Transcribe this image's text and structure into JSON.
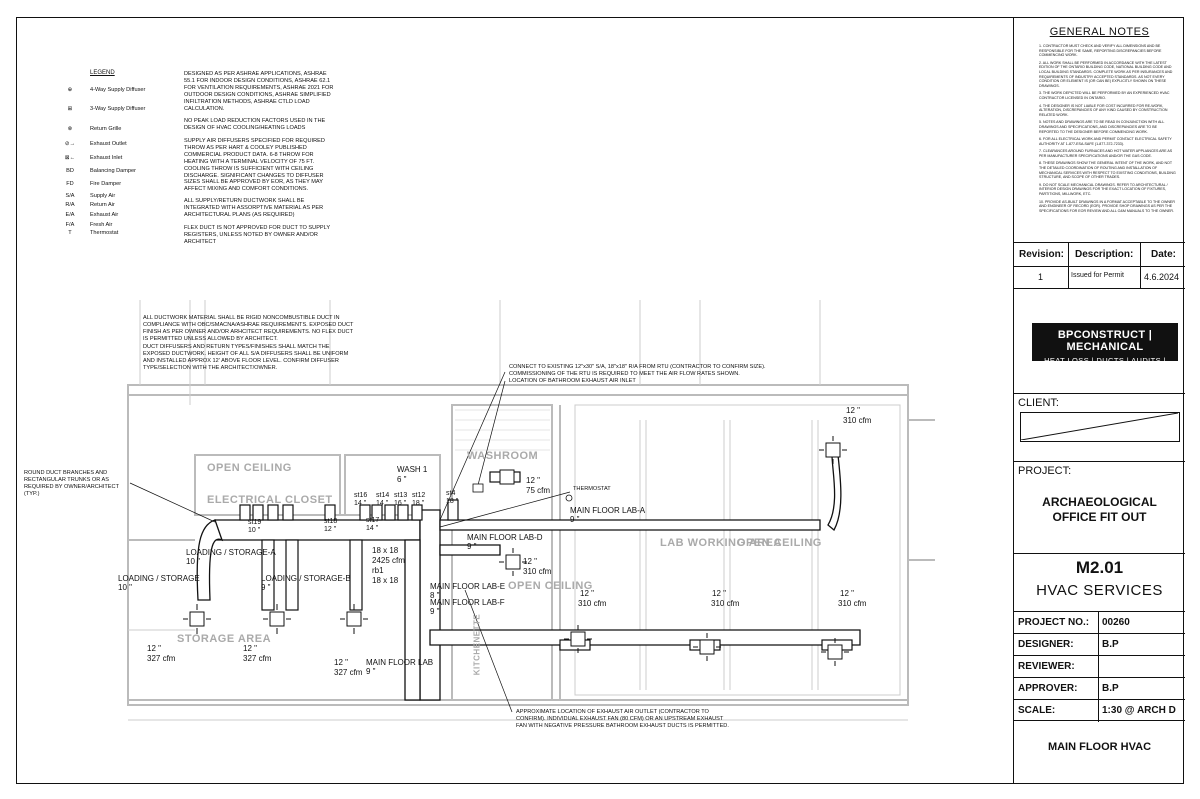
{
  "general_notes": {
    "title": "GENERAL NOTES",
    "items": [
      "1.  CONTRACTOR MUST CHECK AND VERIFY ALL DIMENSIONS AND BE RESPONSIBLE FOR THE SAME, REPORTING DISCREPANCIES BEFORE COMMENCING WORK.",
      "2.  ALL WORK SHALL BE PERFORMED IN ACCORDANCE WITH THE LATEST EDITION OF THE ONTARIO BUILDING CODE, NATIONAL BUILDING CODE AND LOCAL BUILDING STANDARDS. COMPLETE WORK AS PER INSURANCES AND REQUIREMENTS OF INDUSTRY ACCEPTED STANDARDS. AS NOT EVERY CONDITION OR ELEMENT IS (OR CAN BE) EXPLICITLY SHOWN ON THESE DRAWINGS.",
      "3.  THE WORK DEPICTED WILL BE PERFORMED BY AN EXPERIENCED HVAC CONTRACTOR LICENSED IN ONTARIO.",
      "4.  THE DESIGNER IS NOT LIABLE FOR COST INCURRED FOR RE-WORK, ALTERATION, DISCREPANCIES OF ANY KIND CAUSED BY CONSTRUCTION RELATED WORK.",
      "5.  NOTES AND DRAWINGS ARE TO BE READ IN CONJUNCTION WITH ALL DRAWINGS AND SPECIFICATIONS, AND DISCREPANCIES ARE TO BE REPORTED TO THE DESIGNER BEFORE COMMENCING WORK.",
      "6.  FOR ALL ELECTRICAL WORK AND PERMIT CONTACT ELECTRICAL SAFETY AUTHORITY AT 1-877-ESA-SAFE (1-877-372-7233).",
      "7.  CLEARANCES AROUND FURNACES AND HOT WATER APPLIANCES ARE AS PER MANUFACTURER SPECIFICATIONS AND/OR THE GAS CODE.",
      "8.  THESE DRAWINGS SHOW THE GENERAL INTENT OF THE WORK, AND NOT THE DETAILED COORDINATION OF ROUTING AND INSTALLATION OF MECHANICAL SERVICES WITH RESPECT TO EXISTING CONDITIONS, BUILDING STRUCTURE, AND SCOPE OF OTHER TRADES.",
      "9.  DO NOT SCALE MECHANICAL DRAWINGS. REFER TO ARCHITECTURAL / INTERIOR DESIGN DRAWINGS FOR THE EXACT LOCATION OF FIXTURES, PARTITIONS, MILLWORK, ETC.",
      "10. PROVIDE AS-BUILT DRAWINGS IN A FORMAT ACCEPTABLE TO THE OWNER AND ENGINEER OF RECORD (EOR). PROVIDE SHOP DRAWINGS AS PER THE SPECIFICATIONS FOR EOR REVIEW AND ALL O&M MANUALS TO THE OWNER."
    ]
  },
  "revision_table": {
    "headers": [
      "Revision:",
      "Description:",
      "Date:"
    ],
    "rows": [
      {
        "rev": "1",
        "desc": "Issued for Permit",
        "date": "4.6.2024"
      }
    ]
  },
  "logo": {
    "line1": "BPCONSTRUCT | MECHANICAL",
    "line2": "HEAT LOSS | DUCTS | AUDITS | PERMITS"
  },
  "client_label": "CLIENT:",
  "project_label": "PROJECT:",
  "project_name_1": "ARCHAEOLOGICAL",
  "project_name_2": "OFFICE FIT OUT",
  "sheet_number": "M2.01",
  "sheet_title": "HVAC SERVICES",
  "info": [
    {
      "key": "PROJECT NO.:",
      "value": "00260"
    },
    {
      "key": "DESIGNER:",
      "value": "B.P"
    },
    {
      "key": "REVIEWER:",
      "value": ""
    },
    {
      "key": "APPROVER:",
      "value": "B.P"
    },
    {
      "key": "SCALE:",
      "value": "1:30 @ ARCH D"
    }
  ],
  "footer_title": "MAIN FLOOR HVAC",
  "legend": {
    "heading": "LEGEND",
    "items": [
      {
        "sym": "",
        "label": "4-Way Supply Diffuser",
        "icon": "4-way-diffuser-icon"
      },
      {
        "sym": "",
        "label": "3-Way Supply Diffuser",
        "icon": "3-way-diffuser-icon"
      },
      {
        "sym": "",
        "label": "Return Grille",
        "icon": "return-grille-icon"
      },
      {
        "sym": "",
        "label": "Exhaust Outlet",
        "icon": "exhaust-outlet-icon"
      },
      {
        "sym": "",
        "label": "Exhaust Inlet",
        "icon": "exhaust-inlet-icon"
      },
      {
        "sym": "BD",
        "label": "Balancing Damper",
        "icon": "balancing-damper-icon"
      },
      {
        "sym": "FD",
        "label": "Fire Damper",
        "icon": "fire-damper-icon"
      },
      {
        "sym": "S/A",
        "label": "Supply Air"
      },
      {
        "sym": "R/A",
        "label": "Return Air"
      },
      {
        "sym": "E/A",
        "label": "Exhaust Air"
      },
      {
        "sym": "F/A",
        "label": "Fresh Air"
      },
      {
        "sym": "T",
        "label": "Thermostat",
        "icon": "thermostat-icon"
      }
    ]
  },
  "design_notes": [
    "DESIGNED AS PER ASHRAE APPLICATIONS, ASHRAE 55.1 FOR INDOOR DESIGN CONDITIONS, ASHRAE 62.1 FOR VENTILATION REQUIREMENTS, ASHRAE 2021 FOR OUTDOOR DESIGN CONDITIONS, ASHRAE SIMPLIFIED INFILTRATION METHODS, ASHRAE CTLD LOAD CALCULATION.",
    "NO PEAK LOAD REDUCTION FACTORS USED IN THE DESIGN OF HVAC COOLING/HEATING LOADS",
    "SUPPLY AIR DIFFUSERS SPECIFIED FOR REQUIRED THROW AS PER HART & COOLEY PUBLISHED COMMERCIAL PRODUCT DATA. 6-8 THROW FOR HEATING WITH A TERMINAL VELOCITY OF 75 FT. COOLING THROW IS SUFFICIENT WITH CEILING DISCHARGE. SIGNIFICANT CHANGES TO DIFFUSER SIZES SHALL BE APPROVED BY EOR, AS THEY MAY AFFECT MIXING AND COMFORT CONDITIONS.",
    "ALL SUPPLY/RETURN DUCTWORK SHALL BE INTEGRATED WITH ASSORPTIVE MATERIAL AS PER ARCHITECTURAL PLANS (AS REQUIRED)",
    "FLEX DUCT IS NOT APPROVED  FOR DUCT TO SUPPLY REGISTERS, UNLESS NOTED BY OWNER AND/OR ARCHITECT"
  ],
  "duct_notes": [
    "ALL DUCTWORK MATERIAL SHALL BE RIGID NONCOMBUSTIBLE DUCT IN COMPLIANCE WITH OBC/SMACNA/ASHRAE REQUIREMENTS. EXPOSED DUCT FINISH AS PER OWNER AND/OR ARHCITECT REQUIREMENTS. NO FLEX DUCT IS PERMITTED UNLESS ALLOWED BY ARCHITECT.",
    "DUCT DIFFUSERS AND RETURN TYPES/FINISHES SHALL MATCH THE EXPOSED DUCTWORK. HEIGHT OF ALL S/A DIFFUSERS SHALL BE UNIFORM AND INSTALLED APPROX 12' ABOVE FLOOR LEVEL. CONFIRM DIFFUSER TYPE/SELECTION WITH THE ARCHITECT/OWNER."
  ],
  "callouts": {
    "rtu": "CONNECT TO EXISTING 12\"x30\" S/A, 18\"x18\" R/A FROM RTU (CONTRACTOR TO CONFIRM SIZE). COMMISSIONING OF THE RTU IS REQUIRED TO MEET THE AIR FLOW RATES SHOWN.",
    "bath_inlet": "LOCATION OF BATHROOM EXHAUST AIR INLET",
    "round_duct": "ROUND DUCT BRANCHES AND RECTANGULAR TRUNKS OR AS REQUIRED BY OWNER/ARCHITECT (TYP.)",
    "thermostat": "THERMOSTAT",
    "exhaust_outlet": "APPROXIMATE LOCATION OF EXHAUST AIR OUTLET (CONTRACTOR TO CONFIRM). INDIVIDUAL EXHAUST FAN (80 CFM) OR AN UPSTREAM EXHAUST FAN WITH NEGATIVE PRESSURE BATHROOM EXHAUST DUCTS IS PERMITTED."
  },
  "rooms": {
    "electrical": "ELECTRICAL CLOSET",
    "open_ceiling_1": "OPEN CEILING",
    "open_ceiling_2": "OPEN CEILING",
    "open_ceiling_3": "OPEN CEILING",
    "washroom": "WASHROOM",
    "lab_working": "LAB WORKING AREA",
    "storage": "STORAGE AREA",
    "kitchenette": "KITCHENETTE"
  },
  "duct_labels": {
    "wash1": "WASH 1",
    "wash1_size": "6 \"",
    "st16": "st16",
    "st14": "st14",
    "st13": "st13",
    "st12": "st12",
    "st4": "st4",
    "st16s": "14 \"",
    "st14s": "14 \"",
    "st13s": "16 \"",
    "st12s": "18 \"",
    "st4s": "18 \"",
    "st19": "st19",
    "st19s": "10 \"",
    "st18": "st18",
    "st18s": "12 \"",
    "st17": "st17",
    "st17s": "14 \"",
    "trunk1": "18 x 18",
    "trunk2": "2425 cfm",
    "trunk3": "rb1",
    "trunk4": "18 x 18",
    "mfla": "MAIN FLOOR LAB-A",
    "mfla_s": "9 \"",
    "mfld": "MAIN FLOOR LAB-D",
    "mfld_s": "9 \"",
    "mfle": "MAIN FLOOR LAB-E",
    "mfle_s": "8 \"",
    "mflf": "MAIN FLOOR LAB-F",
    "mflf_s": "9 \"",
    "mfl": "MAIN FLOOR LAB",
    "mfl_s": "9 \"",
    "lsa": "LOADING / STORAGE-A",
    "lsa_s": "10 \"",
    "lsb": "LOADING / STORAGE-B",
    "lsb_s": "9 \"",
    "ls": "LOADING / STORAGE",
    "ls_s": "10 \"",
    "d_wash_size": "12 \"",
    "d_wash_cfm": "75 cfm",
    "d_lab_size": "12 \"",
    "d_lab_cfm": "310 cfm",
    "d_tr_size": "12 \"",
    "d_tr_cfm": "310 cfm",
    "d_r1_size": "12 \"",
    "d_r1_cfm": "310 cfm",
    "d_r2_size": "12 \"",
    "d_r2_cfm": "310 cfm",
    "d_r3_size": "12 \"",
    "d_r3_cfm": "310 cfm",
    "d_s1_size": "12 \"",
    "d_s1_cfm": "327 cfm",
    "d_s2_size": "12 \"",
    "d_s2_cfm": "327 cfm",
    "d_s3_size": "12 \"",
    "d_s3_cfm": "327 cfm"
  }
}
